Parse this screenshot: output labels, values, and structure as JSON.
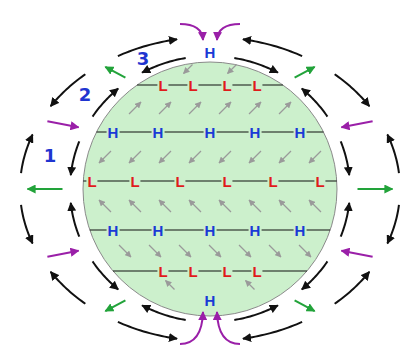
{
  "diagram": {
    "labels": [
      "1",
      "2",
      "3",
      "H",
      "L",
      "L",
      "L",
      "L",
      "H",
      "H",
      "H",
      "H",
      "H",
      "L",
      "L",
      "L",
      "L",
      "L",
      "L",
      "H",
      "H",
      "H",
      "H",
      "H",
      "L",
      "L",
      "L",
      "L",
      "H"
    ]
  }
}
